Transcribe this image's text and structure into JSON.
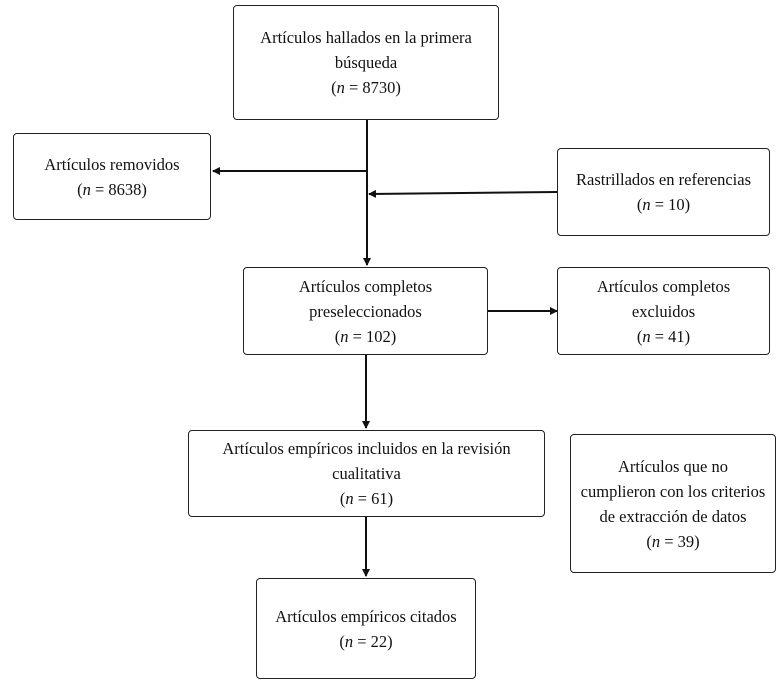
{
  "boxes": {
    "initial": {
      "lines": [
        "Artículos hallados en la primera",
        "búsqueda"
      ],
      "n": "8730"
    },
    "removed": {
      "lines": [
        "Artículos removidos"
      ],
      "n": "8638"
    },
    "references": {
      "lines": [
        "Rastrillados en referencias"
      ],
      "n": "10"
    },
    "preselected": {
      "lines": [
        "Artículos completos",
        "preseleccionados"
      ],
      "n": "102"
    },
    "excluded": {
      "lines": [
        "Artículos completos",
        "excluidos"
      ],
      "n": "41"
    },
    "included": {
      "lines": [
        "Artículos empíricos incluidos en la revisión",
        "cualitativa"
      ],
      "n": "61"
    },
    "not_meeting": {
      "lines": [
        "Artículos que no",
        "cumplieron con los criterios",
        "de extracción de datos"
      ],
      "n": "39"
    },
    "cited": {
      "lines": [
        "Artículos empíricos citados"
      ],
      "n": "22"
    }
  },
  "n_prefix": "n",
  "n_equals": " = ",
  "paren_open": "(",
  "paren_close": ")"
}
